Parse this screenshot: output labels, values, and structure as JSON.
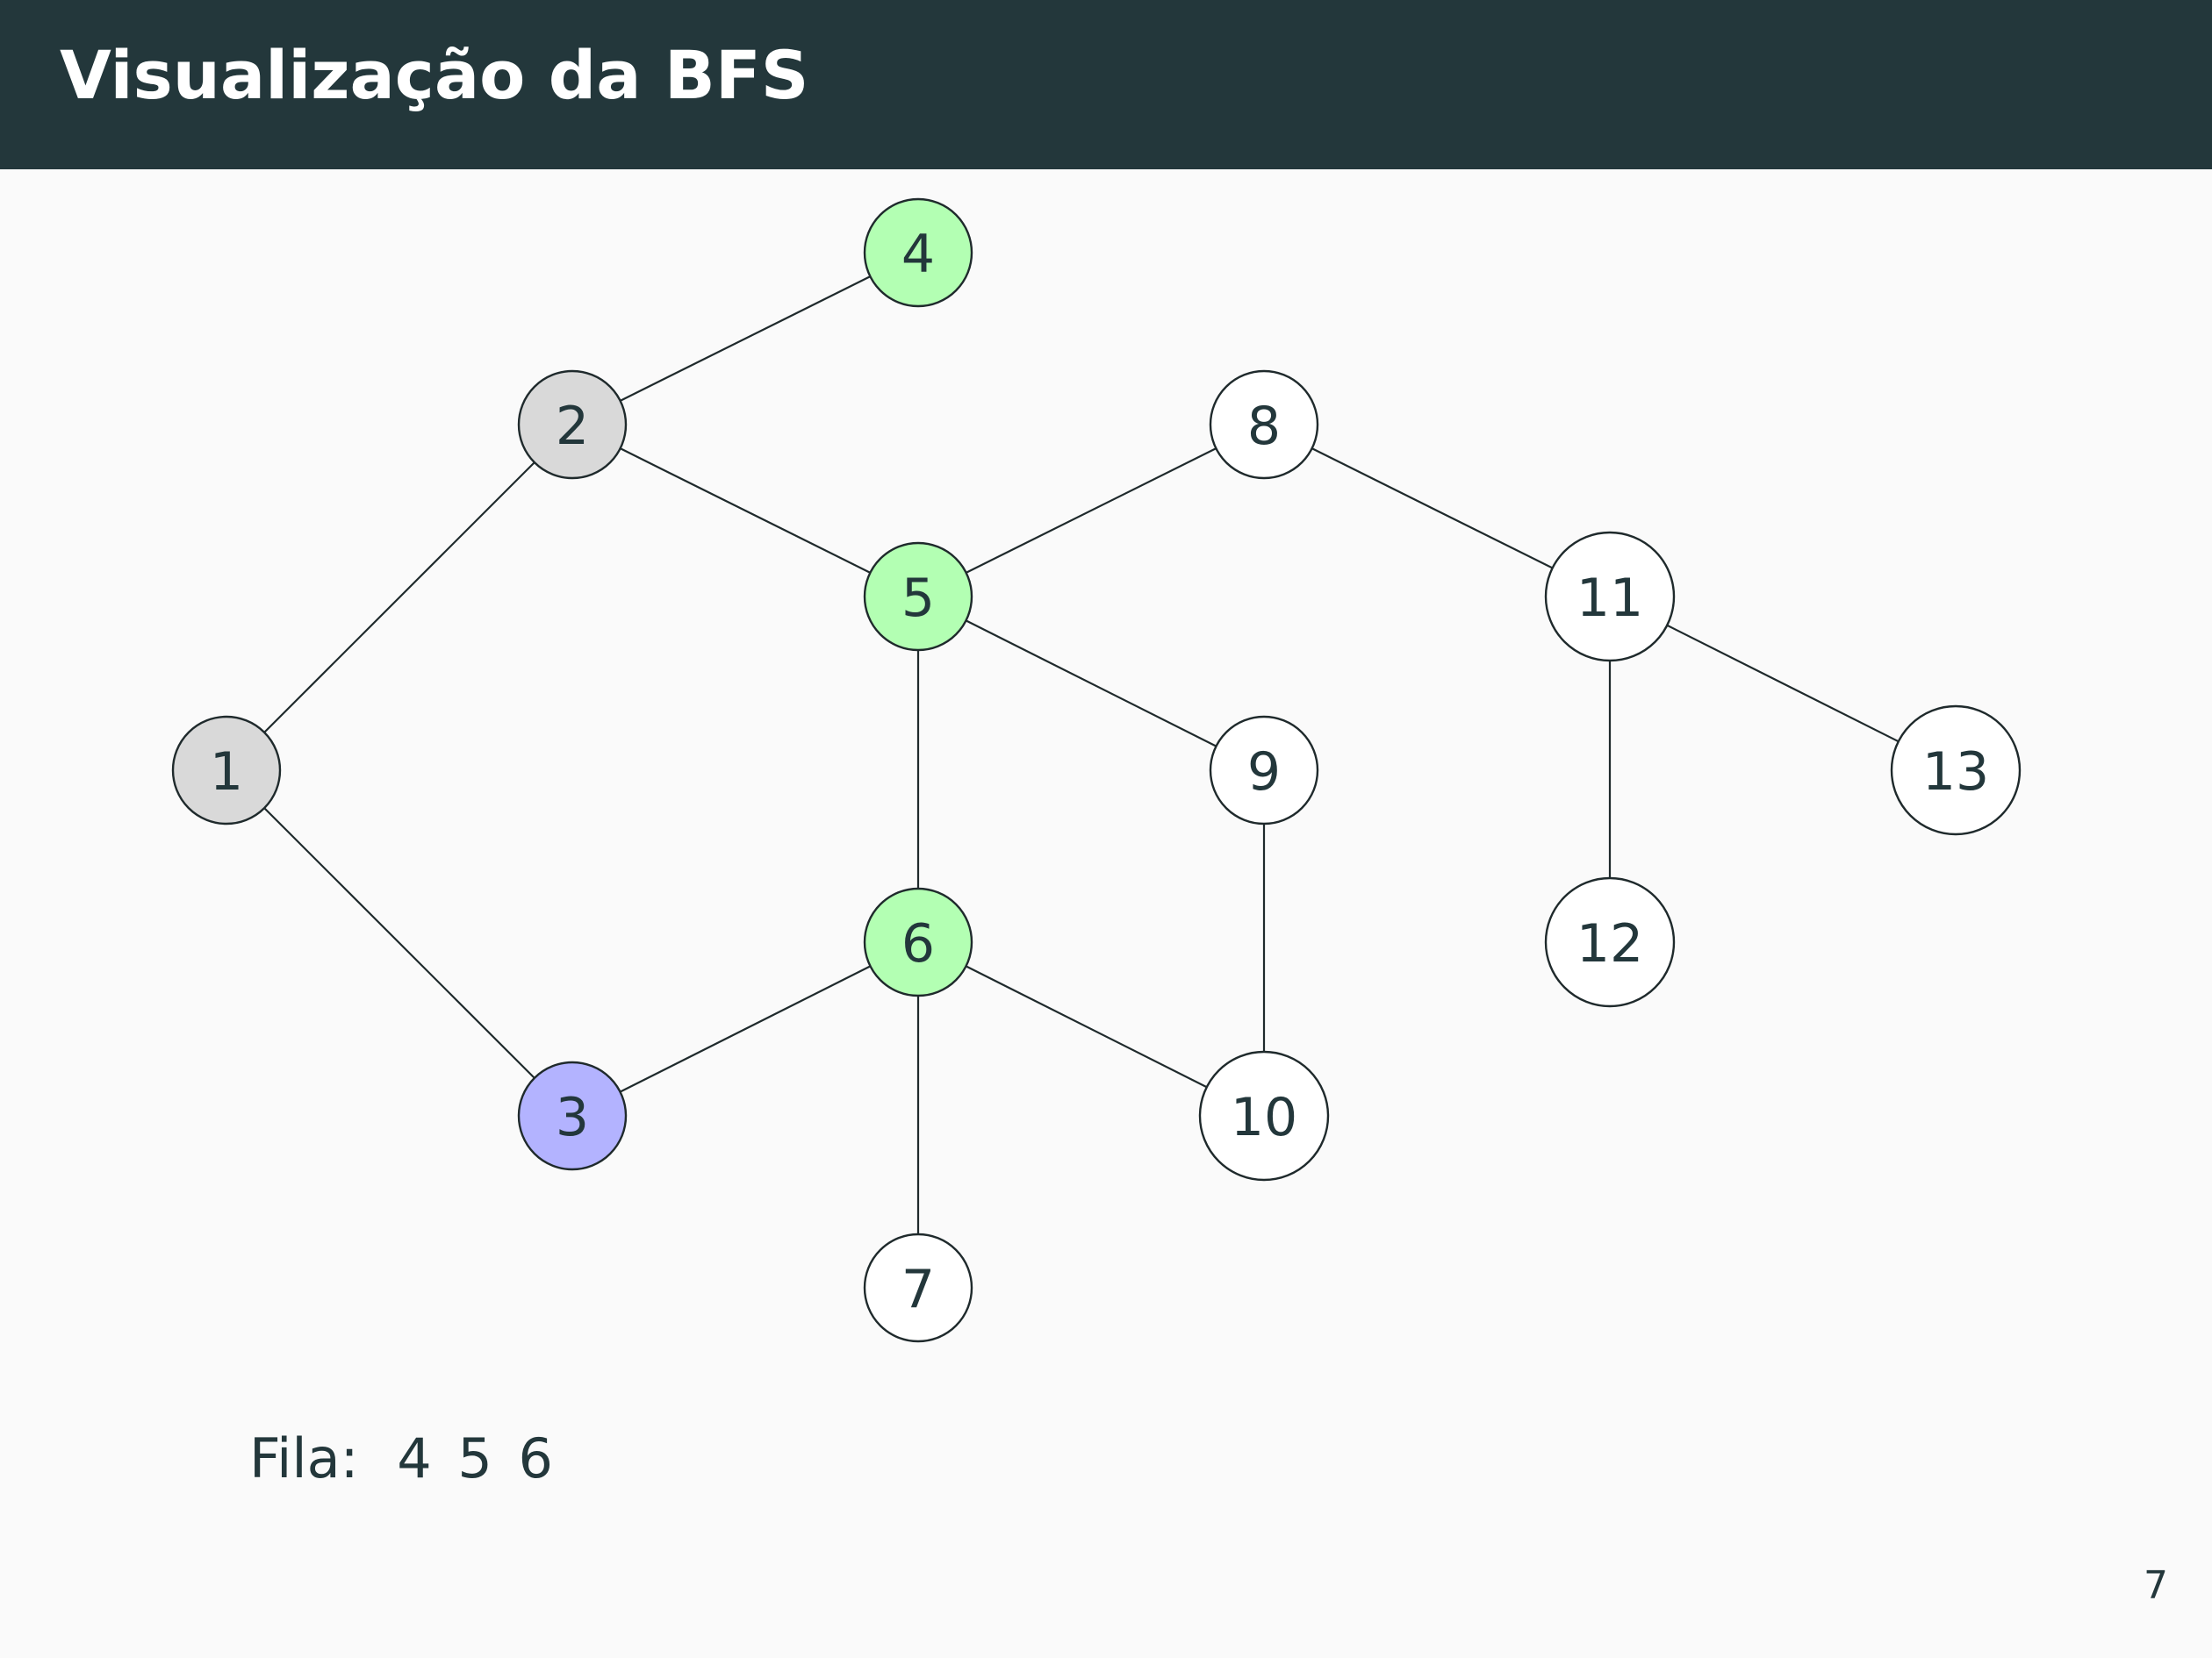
{
  "title": "Visualização da BFS",
  "colors": {
    "header_bg": "#23373b",
    "header_text": "#ffffff",
    "background": "#fafafa",
    "text": "#23373b",
    "edge": "#1f2a2c",
    "visited": "#d9d9d9",
    "current": "#b3b3ff",
    "queued": "#b3ffb3",
    "unvisited": "#ffffff"
  },
  "graph": {
    "nodes": [
      {
        "id": "1",
        "label": "1",
        "state": "visited"
      },
      {
        "id": "2",
        "label": "2",
        "state": "visited"
      },
      {
        "id": "3",
        "label": "3",
        "state": "current"
      },
      {
        "id": "4",
        "label": "4",
        "state": "queued"
      },
      {
        "id": "5",
        "label": "5",
        "state": "queued"
      },
      {
        "id": "6",
        "label": "6",
        "state": "queued"
      },
      {
        "id": "7",
        "label": "7",
        "state": "unvisited"
      },
      {
        "id": "8",
        "label": "8",
        "state": "unvisited"
      },
      {
        "id": "9",
        "label": "9",
        "state": "unvisited"
      },
      {
        "id": "10",
        "label": "10",
        "state": "unvisited"
      },
      {
        "id": "11",
        "label": "11",
        "state": "unvisited"
      },
      {
        "id": "12",
        "label": "12",
        "state": "unvisited"
      },
      {
        "id": "13",
        "label": "13",
        "state": "unvisited"
      }
    ],
    "edges": [
      [
        "1",
        "2"
      ],
      [
        "1",
        "3"
      ],
      [
        "2",
        "4"
      ],
      [
        "2",
        "5"
      ],
      [
        "3",
        "6"
      ],
      [
        "5",
        "6"
      ],
      [
        "5",
        "8"
      ],
      [
        "5",
        "9"
      ],
      [
        "6",
        "7"
      ],
      [
        "6",
        "10"
      ],
      [
        "9",
        "10"
      ],
      [
        "8",
        "11"
      ],
      [
        "11",
        "12"
      ],
      [
        "11",
        "13"
      ]
    ]
  },
  "queue": {
    "label": "Fila:",
    "items": [
      "4",
      "5",
      "6"
    ]
  },
  "page_number": "7"
}
